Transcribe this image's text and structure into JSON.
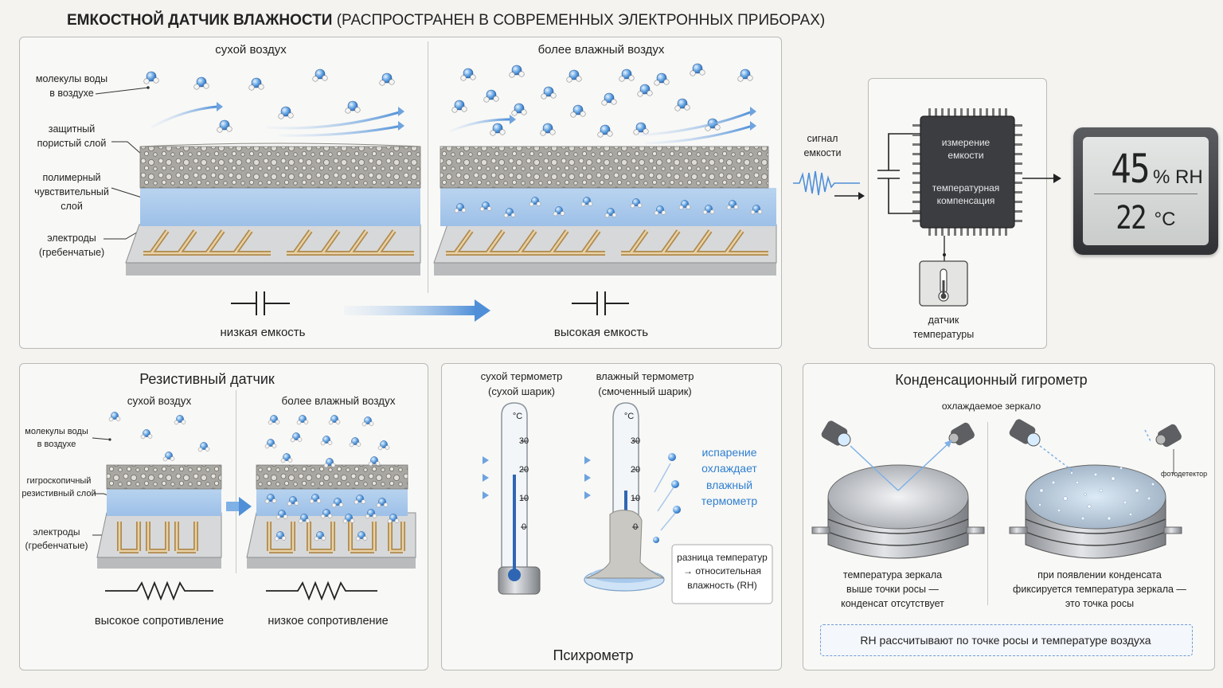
{
  "title": {
    "bold": "ЕМКОСТНОЙ ДАТЧИК ВЛАЖНОСТИ",
    "rest": " (РАСПРОСТРАНЕН В СОВРЕМЕННЫХ ЭЛЕКТРОННЫХ ПРИБОРАХ)"
  },
  "capacitive": {
    "dry_label": "сухой воздух",
    "wet_label": "более влажный воздух",
    "labels": {
      "molecules": "молекулы воды\nв воздухе",
      "protective": "защитный\nпористый слой",
      "polymer": "полимерный\nчувствительный\nслой",
      "electrodes": "электроды\n(гребенчатые)"
    },
    "low_cap": "низкая емкость",
    "high_cap": "высокая емкость"
  },
  "signal": {
    "label": "сигнал\nемкости"
  },
  "chip": {
    "line1": "измерение\nемкости",
    "line2": "температурная\nкомпенсация"
  },
  "temp_sensor": {
    "label": "датчик\nтемпературы"
  },
  "display": {
    "rh": "45",
    "rh_unit": "% RH",
    "temp": "22",
    "temp_unit": "°C"
  },
  "resistive": {
    "title": "Резистивный датчик",
    "dry_label": "сухой воздух",
    "wet_label": "более влажный воздух",
    "labels": {
      "molecules": "молекулы воды\nв воздухе",
      "layer": "гигроскопичный\nрезистивный слой",
      "electrodes": "электроды\n(гребенчатые)"
    },
    "high_res": "высокое сопротивление",
    "low_res": "низкое сопротивление"
  },
  "psychrometer": {
    "title": "Психрометр",
    "dry": "сухой термометр\n(сухой шарик)",
    "wet": "влажный термометр\n(смоченный шарик)",
    "unit": "°C",
    "ticks": [
      "30",
      "20",
      "10",
      "0"
    ],
    "evaporation": "испарение\nохлаждает\nвлажный\nтермометр",
    "box": "разница температур\n→ относительная\nвлажность (RH)",
    "accent": "#2f7fd0"
  },
  "condensation": {
    "title": "Конденсационный гигрометр",
    "mirror": "охлаждаемое зеркало",
    "photodetector": "фотодетектор",
    "left_text": "температура зеркала\nвыше точки росы —\nконденсат отсутствует",
    "right_text": "при появлении конденсата\nфиксируется температура зеркала —\nэто точка росы",
    "note": "RH рассчитывают по точке росы и температуре воздуха"
  }
}
